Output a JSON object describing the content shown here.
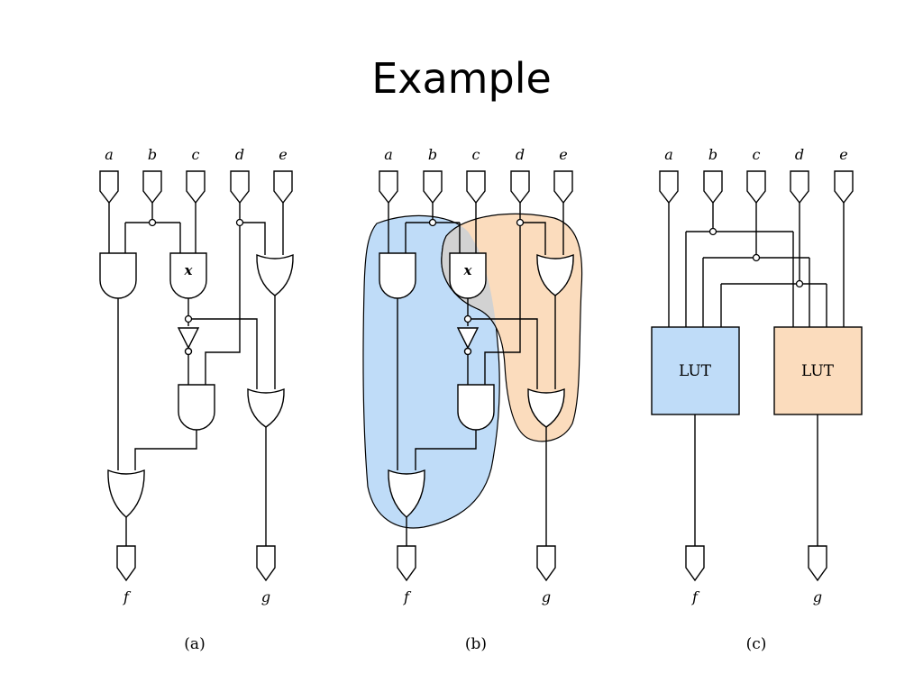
{
  "slide": {
    "title": "Example"
  },
  "inputs": [
    "a",
    "b",
    "c",
    "d",
    "e"
  ],
  "outputs": [
    "f",
    "g"
  ],
  "gate_label": "x",
  "lut_label": "LUT",
  "captions": [
    "(a)",
    "(b)",
    "(c)"
  ],
  "colors": {
    "cluster1": "#bfdcf8",
    "cluster2": "#fbdcbd",
    "overlap": "#d2d2d2",
    "lut1": "#bfdcf8",
    "lut2": "#fbdcbd"
  }
}
